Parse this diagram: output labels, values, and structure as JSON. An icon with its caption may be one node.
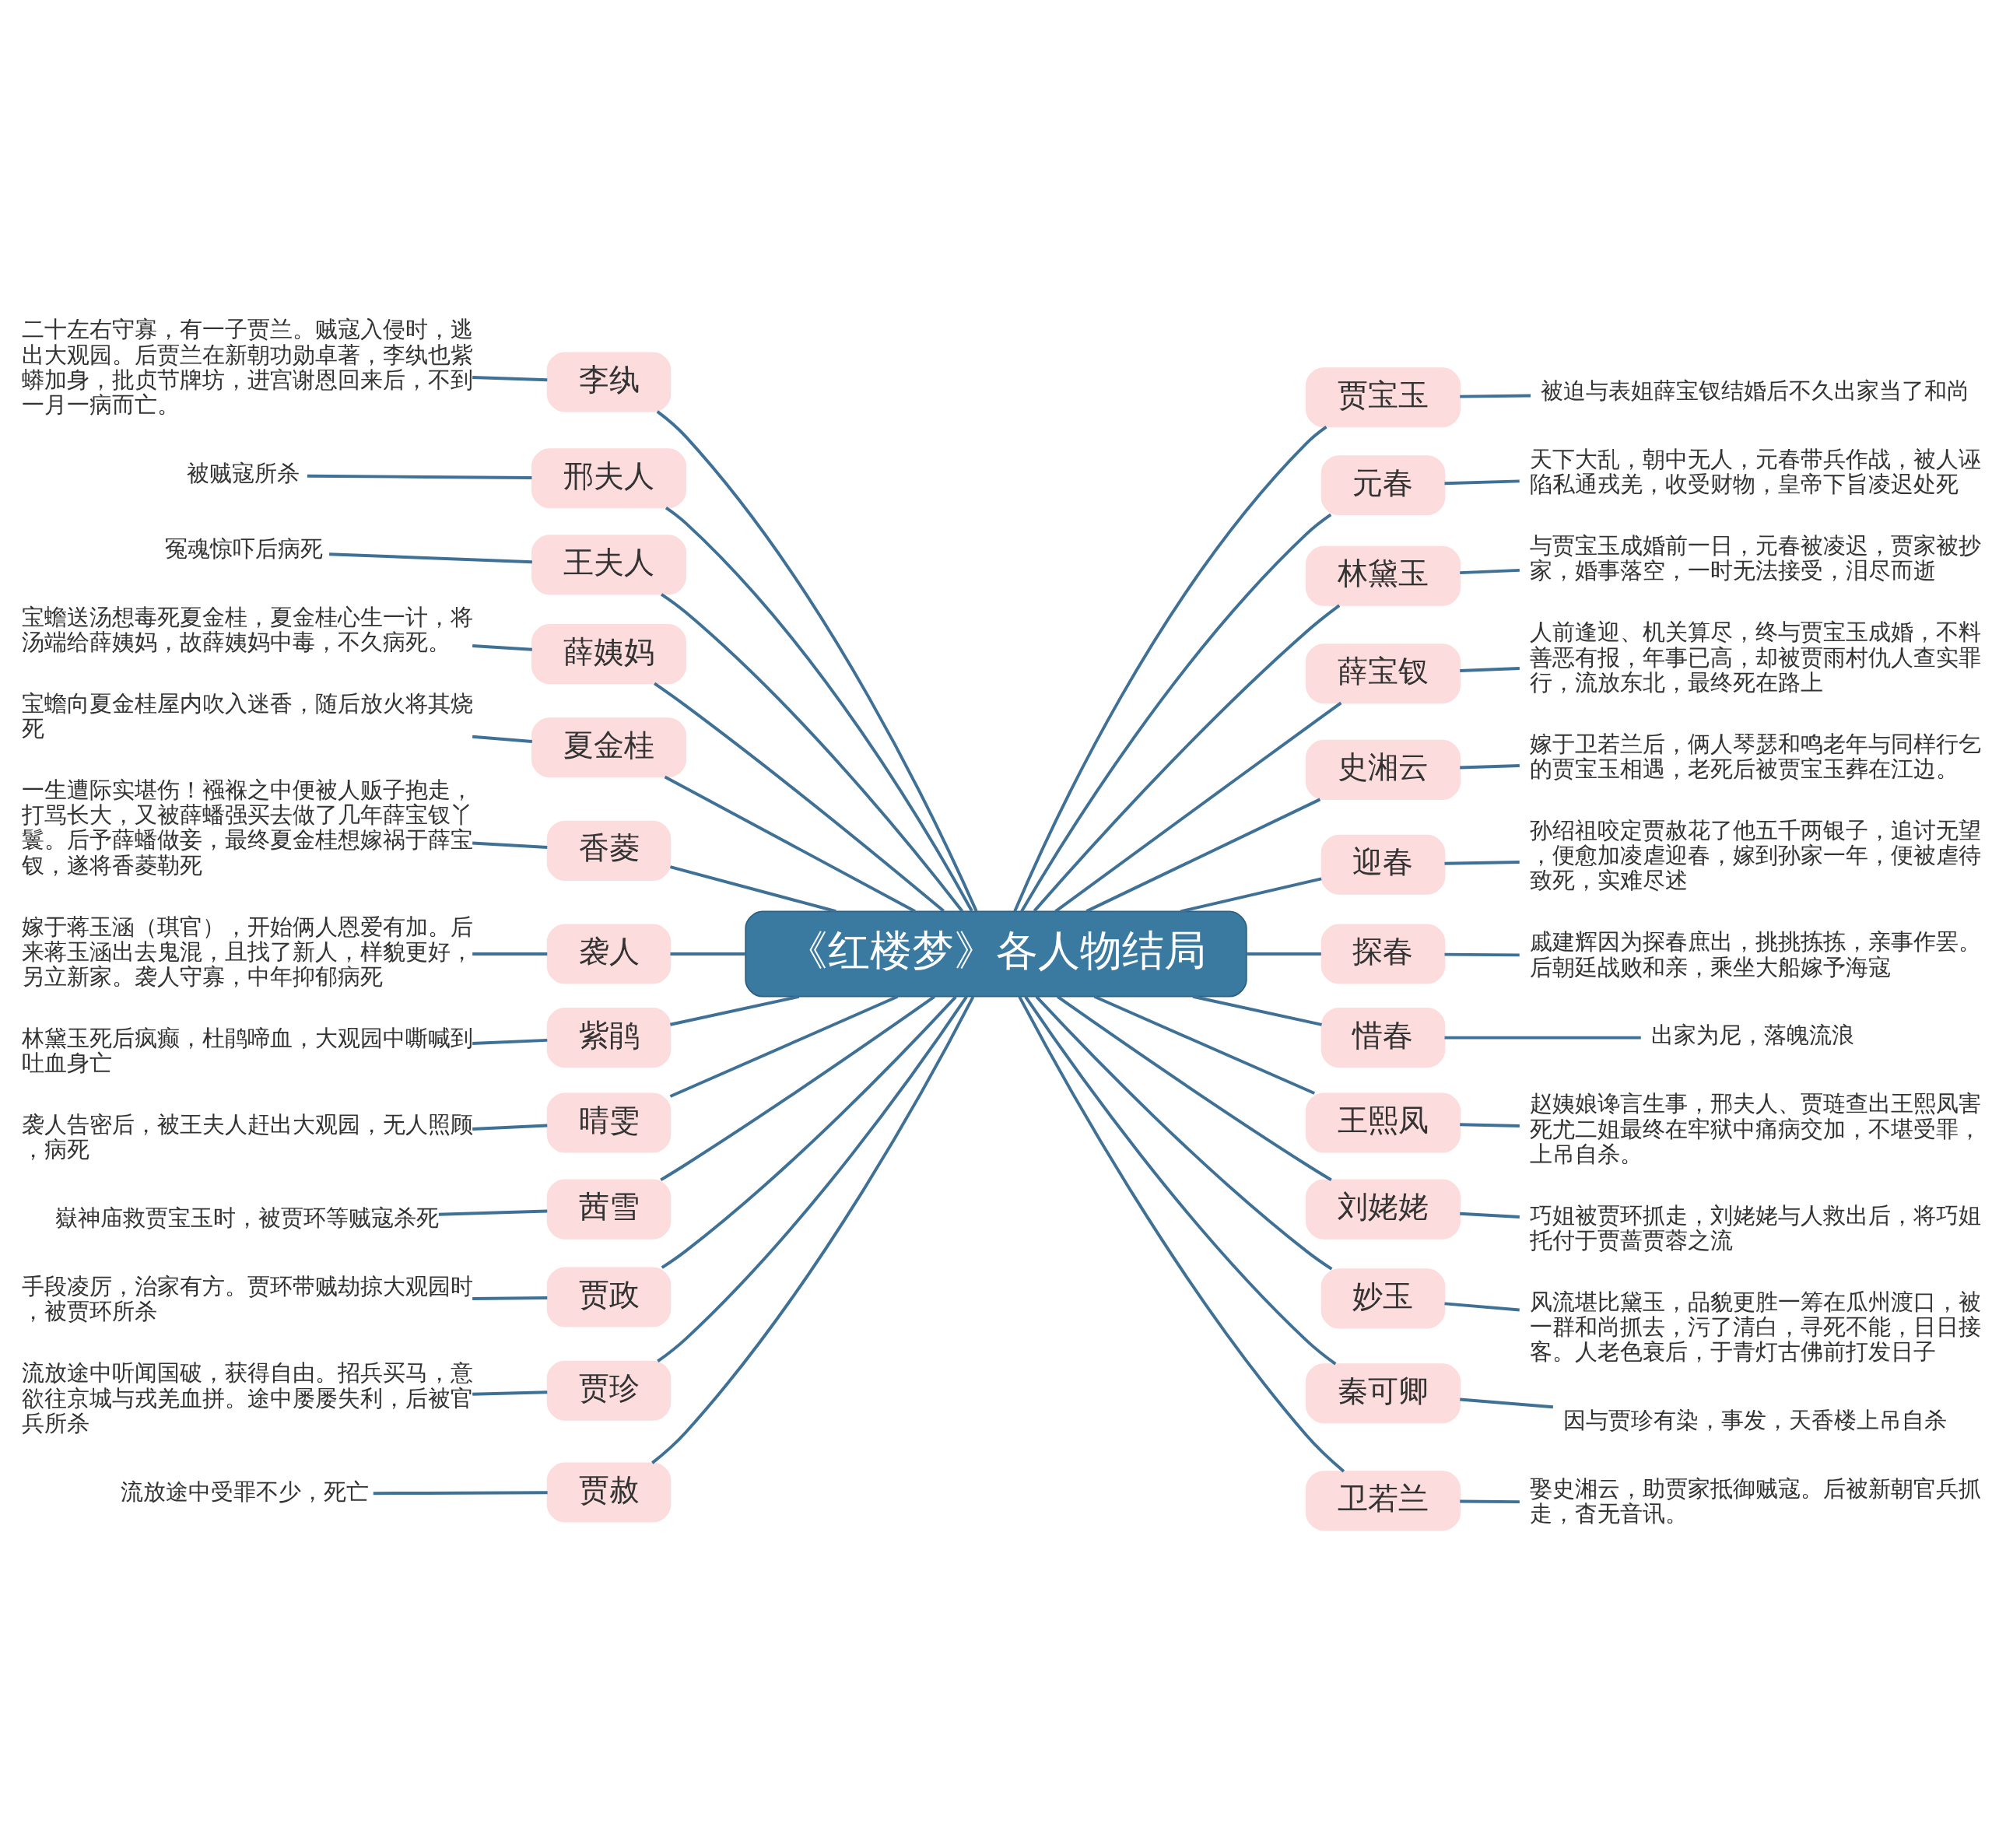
{
  "diagram": {
    "nodes": [
      {
        "text": [
          "《红楼梦》各人物结局"
        ]
      },
      {
        "text": [
          "李纨"
        ]
      },
      {
        "text": [
          "二十左右守寡，有一子贾兰。贼寇入侵时，逃出大观园。后贾兰在新朝功勋卓著，李纨也紫蟒加身，批贞节牌坊，进宫谢恩回来后，不到一月一病而亡。"
        ]
      },
      {
        "text": [
          "邢夫人"
        ]
      },
      {
        "text": [
          "被贼寇所杀"
        ]
      },
      {
        "text": [
          "王夫人"
        ]
      },
      {
        "text": [
          "冤魂惊吓后病死"
        ]
      },
      {
        "text": [
          "薛姨妈"
        ]
      },
      {
        "text": [
          "宝蟾送汤想毒死夏金桂，夏金桂心生一计，将汤端给薛姨妈，故薛姨妈中毒，不久病死。"
        ]
      },
      {
        "text": [
          "夏金桂"
        ]
      },
      {
        "text": [
          "宝蟾向夏金桂屋内吹入迷香，随后放火将其烧死"
        ]
      },
      {
        "text": [
          "香菱"
        ]
      },
      {
        "text": [
          "一生遭际实堪伤！襁褓之中便被人贩子抱走，打骂长大，又被薛蟠强买去做了几年薛宝钗丫鬟。后予薛蟠做妾，最终夏金桂想嫁祸于薛宝钗，遂将香菱勒死"
        ]
      },
      {
        "text": [
          "袭人"
        ]
      },
      {
        "text": [
          "嫁于蒋玉涵（琪官），开始俩人恩爱有加。后来蒋玉涵出去鬼混，且找了新人，样貌更好，另立新家。袭人守寡，中年抑郁病死"
        ]
      },
      {
        "text": [
          "紫鹃"
        ]
      },
      {
        "text": [
          "林黛玉死后疯癫，杜鹃啼血，大观园中嘶喊到吐血身亡"
        ]
      },
      {
        "text": [
          "晴雯"
        ]
      },
      {
        "text": [
          "袭人告密后，被王夫人赶出大观园，无人照顾，病死"
        ]
      },
      {
        "text": [
          "茜雪"
        ]
      },
      {
        "text": [
          "嶽神庙救贾宝玉时，被贾环等贼寇杀死"
        ]
      },
      {
        "text": [
          "贾政"
        ]
      },
      {
        "text": [
          "手段凌厉，治家有方。贾环带贼劫掠大观园时，被贾环所杀"
        ]
      },
      {
        "text": [
          "贾珍"
        ]
      },
      {
        "text": [
          "流放途中听闻国破，获得自由。招兵买马，意欲往京城与戎羌血拼。途中屡屡失利，后被官兵所杀"
        ]
      },
      {
        "text": [
          "贾赦"
        ]
      },
      {
        "text": [
          "流放途中受罪不少，死亡"
        ]
      },
      {
        "text": [
          "贾宝玉"
        ]
      },
      {
        "text": [
          "被迫与表姐薛宝钗结婚后不久出家当了和尚"
        ]
      },
      {
        "text": [
          "元春"
        ]
      },
      {
        "text": [
          "天下大乱，朝中无人，元春带兵作战，被人诬陷私通戎羌，收受财物，皇帝下旨凌迟处死"
        ]
      },
      {
        "text": [
          "林黛玉"
        ]
      },
      {
        "text": [
          "与贾宝玉成婚前一日，元春被凌迟，贾家被抄家，婚事落空，一时无法接受，泪尽而逝"
        ]
      },
      {
        "text": [
          "薛宝钗"
        ]
      },
      {
        "text": [
          "人前逢迎、机关算尽，终与贾宝玉成婚，不料善恶有报，年事已高，却被贾雨村仇人查实罪行，流放东北，最终死在路上"
        ]
      },
      {
        "text": [
          "史湘云"
        ]
      },
      {
        "text": [
          "嫁于卫若兰后，俩人琴瑟和鸣老年与同样行乞的贾宝玉相遇，老死后被贾宝玉葬在江边。"
        ]
      },
      {
        "text": [
          "迎春"
        ]
      },
      {
        "text": [
          "孙绍祖咬定贾赦花了他五千两银子，追讨无望，便愈加凌虐迎春，嫁到孙家一年，便被虐待致死，实难尽述"
        ]
      },
      {
        "text": [
          "探春"
        ]
      },
      {
        "text": [
          "戚建辉因为探春庶出，挑挑拣拣，亲事作罢。后朝廷战败和亲，乘坐大船嫁予海寇"
        ]
      },
      {
        "text": [
          "惜春"
        ]
      },
      {
        "text": [
          "出家为尼，落魄流浪"
        ]
      },
      {
        "text": [
          "王熙凤"
        ]
      },
      {
        "text": [
          "赵姨娘谗言生事，邢夫人、贾琏查出王熙凤害死尤二姐最终在牢狱中痛病交加，不堪受罪，上吊自杀。"
        ]
      },
      {
        "text": [
          "刘姥姥"
        ]
      },
      {
        "text": [
          "巧姐被贾环抓走，刘姥姥与人救出后，将巧姐托付于贾蔷贾蓉之流"
        ]
      },
      {
        "text": [
          "妙玉"
        ]
      },
      {
        "text": [
          "风流堪比黛玉，品貌更胜一筹在瓜州渡口，被一群和尚抓去，污了清白，寻死不能，日日接客。人老色衰后，于青灯古佛前打发日子"
        ]
      },
      {
        "text": [
          "秦可卿"
        ]
      },
      {
        "text": [
          "因与贾珍有染，事发，天香楼上吊自杀"
        ]
      },
      {
        "text": [
          "卫若兰"
        ]
      },
      {
        "text": [
          "娶史湘云，助贾家抵御贼寇。后被新朝官兵抓走，杳无音讯。"
        ]
      }
    ],
    "edges": [
      {
        "from": 0,
        "to": 1,
        "arrow": "none"
      },
      {
        "from": 1,
        "to": 2,
        "arrow": "none"
      },
      {
        "from": 0,
        "to": 3,
        "arrow": "none"
      },
      {
        "from": 3,
        "to": 4,
        "arrow": "none"
      },
      {
        "from": 0,
        "to": 5,
        "arrow": "none"
      },
      {
        "from": 5,
        "to": 6,
        "arrow": "none"
      },
      {
        "from": 0,
        "to": 7,
        "arrow": "none"
      },
      {
        "from": 7,
        "to": 8,
        "arrow": "none"
      },
      {
        "from": 0,
        "to": 9,
        "arrow": "none"
      },
      {
        "from": 9,
        "to": 10,
        "arrow": "none"
      },
      {
        "from": 0,
        "to": 11,
        "arrow": "none"
      },
      {
        "from": 11,
        "to": 12,
        "arrow": "none"
      },
      {
        "from": 0,
        "to": 13,
        "arrow": "none"
      },
      {
        "from": 13,
        "to": 14,
        "arrow": "none"
      },
      {
        "from": 0,
        "to": 15,
        "arrow": "none"
      },
      {
        "from": 15,
        "to": 16,
        "arrow": "none"
      },
      {
        "from": 0,
        "to": 17,
        "arrow": "none"
      },
      {
        "from": 17,
        "to": 18,
        "arrow": "none"
      },
      {
        "from": 0,
        "to": 19,
        "arrow": "none"
      },
      {
        "from": 19,
        "to": 20,
        "arrow": "none"
      },
      {
        "from": 0,
        "to": 21,
        "arrow": "none"
      },
      {
        "from": 21,
        "to": 22,
        "arrow": "none"
      },
      {
        "from": 0,
        "to": 23,
        "arrow": "none"
      },
      {
        "from": 23,
        "to": 24,
        "arrow": "none"
      },
      {
        "from": 0,
        "to": 25,
        "arrow": "none"
      },
      {
        "from": 25,
        "to": 26,
        "arrow": "none"
      },
      {
        "from": 0,
        "to": 27,
        "arrow": "none"
      },
      {
        "from": 27,
        "to": 28,
        "arrow": "none"
      },
      {
        "from": 0,
        "to": 29,
        "arrow": "none"
      },
      {
        "from": 29,
        "to": 30,
        "arrow": "none"
      },
      {
        "from": 0,
        "to": 31,
        "arrow": "none"
      },
      {
        "from": 31,
        "to": 32,
        "arrow": "none"
      },
      {
        "from": 0,
        "to": 33,
        "arrow": "none"
      },
      {
        "from": 33,
        "to": 34,
        "arrow": "none"
      },
      {
        "from": 0,
        "to": 35,
        "arrow": "none"
      },
      {
        "from": 35,
        "to": 36,
        "arrow": "none"
      },
      {
        "from": 0,
        "to": 37,
        "arrow": "none"
      },
      {
        "from": 37,
        "to": 38,
        "arrow": "none"
      },
      {
        "from": 0,
        "to": 39,
        "arrow": "none"
      },
      {
        "from": 39,
        "to": 40,
        "arrow": "none"
      },
      {
        "from": 0,
        "to": 41,
        "arrow": "none"
      },
      {
        "from": 41,
        "to": 42,
        "arrow": "none"
      },
      {
        "from": 0,
        "to": 43,
        "arrow": "none"
      },
      {
        "from": 43,
        "to": 44,
        "arrow": "none"
      },
      {
        "from": 0,
        "to": 45,
        "arrow": "none"
      },
      {
        "from": 45,
        "to": 46,
        "arrow": "none"
      },
      {
        "from": 0,
        "to": 47,
        "arrow": "none"
      },
      {
        "from": 47,
        "to": 48,
        "arrow": "none"
      },
      {
        "from": 0,
        "to": 49,
        "arrow": "none"
      },
      {
        "from": 49,
        "to": 50,
        "arrow": "none"
      },
      {
        "from": 0,
        "to": 51,
        "arrow": "none"
      },
      {
        "from": 51,
        "to": 52,
        "arrow": "none"
      }
    ]
  }
}
